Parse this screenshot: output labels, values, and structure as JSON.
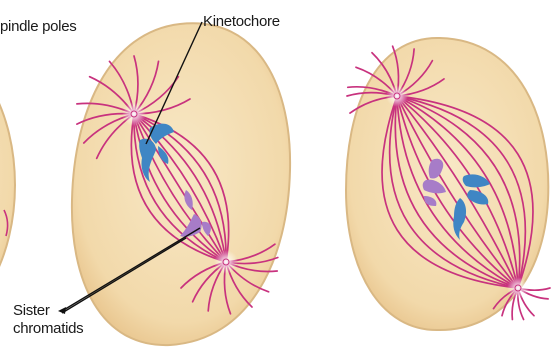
{
  "labels": {
    "spindle_poles": "pindle poles",
    "kinetochore": "Kinetochore",
    "sister_line1": "Sister",
    "sister_line2": "chromatids"
  },
  "colors": {
    "cytoplasm": "#f3dcb0",
    "cell_edge": "#d9b884",
    "spindle_fiber": "#c8327e",
    "pole_glow": "#ffffff",
    "chromosome_blue": "#3f86c4",
    "chromosome_violet": "#a77cc8",
    "pointer": "#111111"
  }
}
